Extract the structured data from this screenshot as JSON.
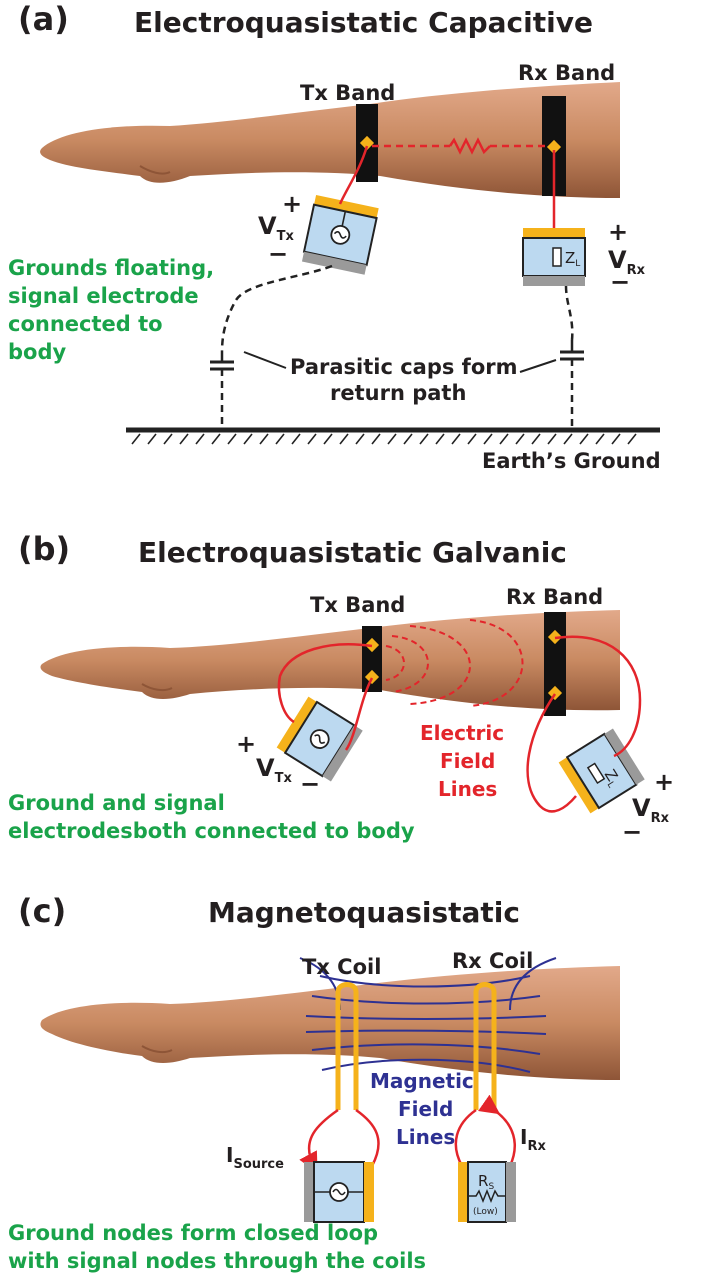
{
  "panel_a": {
    "letter": "(a)",
    "title": "Electroquasistatic Capacitive",
    "tx_band": "Tx Band",
    "rx_band": "Rx Band",
    "vtx_plus": "+",
    "vtx_v": "V",
    "vtx_sub": "Tx",
    "vtx_minus": "−",
    "vrx_plus": "+",
    "vrx_v": "V",
    "vrx_sub": "Rx",
    "vrx_minus": "−",
    "zl": "Z",
    "zl_sub": "L",
    "note_lines": [
      "Grounds floating,",
      "signal electrode",
      "connected to",
      "body"
    ],
    "parasitic_lines": [
      "Parasitic caps form",
      "return path"
    ],
    "earth_ground": "Earth’s Ground"
  },
  "panel_b": {
    "letter": "(b)",
    "title": "Electroquasistatic Galvanic",
    "tx_band": "Tx Band",
    "rx_band": "Rx Band",
    "vtx_plus": "+",
    "vtx_v": "V",
    "vtx_sub": "Tx",
    "vtx_minus": "−",
    "vrx_plus": "+",
    "vrx_v": "V",
    "vrx_sub": "Rx",
    "vrx_minus": "−",
    "zl": "Z",
    "zl_sub": "L",
    "field_lines": [
      "Electric",
      "Field",
      "Lines"
    ],
    "note_lines": [
      "Ground and signal",
      "electrodesboth connected to body"
    ]
  },
  "panel_c": {
    "letter": "(c)",
    "title": "Magnetoquasistatic",
    "tx_coil": "Tx Coil",
    "rx_coil": "Rx Coil",
    "field_lines": [
      "Magnetic",
      "Field",
      "Lines"
    ],
    "isource_i": "I",
    "isource_sub": "Source",
    "irx_i": "I",
    "irx_sub": "Rx",
    "rs": "R",
    "rs_sub": "S",
    "rs_low": "(Low)",
    "note_lines": [
      "Ground nodes form closed loop",
      "with signal nodes through the coils"
    ]
  },
  "colors": {
    "skin": "#c98a62",
    "band": "#111111",
    "electrode": "#f5b21b",
    "wire": "#e3252b",
    "device": "#bcd9f0",
    "ground_plate": "#9a9a9a",
    "coil": "#f5b21b",
    "magnetic": "#2e3192",
    "note_green": "#1aa34a"
  }
}
